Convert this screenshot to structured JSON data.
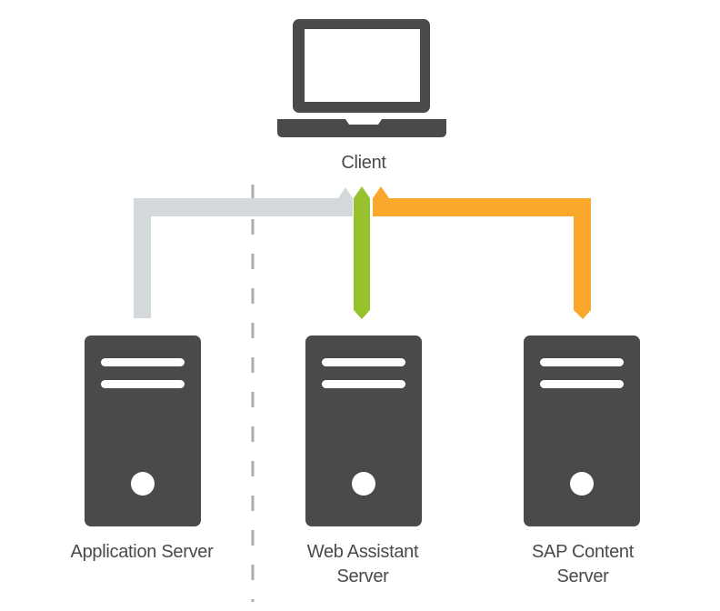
{
  "diagram": {
    "type": "network-architecture",
    "colors": {
      "icon": "#4a4a4a",
      "icon_highlight": "#ffffff",
      "connector_application": "#d3d8db",
      "connector_web_assistant": "#97c22d",
      "connector_content": "#f9a82b",
      "divider": "#a9aeb1",
      "label_text": "#4a4a4a"
    },
    "nodes": [
      {
        "id": "client",
        "icon": "laptop-icon",
        "label": "Client"
      },
      {
        "id": "application-server",
        "icon": "server-icon",
        "label": "Application Server"
      },
      {
        "id": "web-assistant-server",
        "icon": "server-icon",
        "label": "Web Assistant\nServer"
      },
      {
        "id": "sap-content-server",
        "icon": "server-icon",
        "label": "SAP Content\nServer"
      }
    ],
    "edges": [
      {
        "from": "application-server",
        "to": "client",
        "color_key": "connector_application",
        "direction": "to-client"
      },
      {
        "from": "client",
        "to": "web-assistant-server",
        "color_key": "connector_web_assistant",
        "direction": "bidirectional"
      },
      {
        "from": "sap-content-server",
        "to": "client",
        "color_key": "connector_content",
        "direction": "bidirectional"
      }
    ],
    "divider": {
      "style": "dashed",
      "separates": [
        "application-server",
        "web-assistant-server"
      ]
    }
  }
}
